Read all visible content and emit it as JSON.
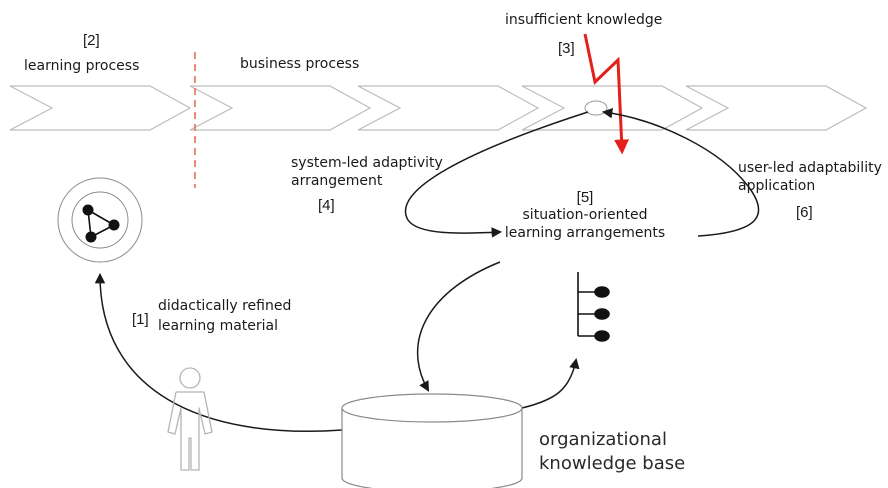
{
  "labels": {
    "learning_process": {
      "num": "[2]",
      "text": "learning process"
    },
    "business_process": {
      "text": "business process"
    },
    "insufficient_knowledge": {
      "num": "[3]",
      "text": "insufficient knowledge"
    },
    "system_led": {
      "num": "[4]",
      "line1": "system-led adaptivity",
      "line2": "arrangement"
    },
    "situation_oriented": {
      "num": "[5]",
      "line1": "situation-oriented",
      "line2": "learning arrangements"
    },
    "user_led": {
      "num": "[6]",
      "line1": "user-led adaptability",
      "line2": "application"
    },
    "didactically_refined": {
      "num": "[1]",
      "line1": "didactically refined",
      "line2": "learning material"
    },
    "knowledge_base": {
      "line1": "organizational",
      "line2": "knowledge base"
    }
  },
  "colors": {
    "line": "#bdbdbd",
    "arrow": "#1a1a1a",
    "lightning": "#e3201b",
    "divider": "#e8734a"
  }
}
